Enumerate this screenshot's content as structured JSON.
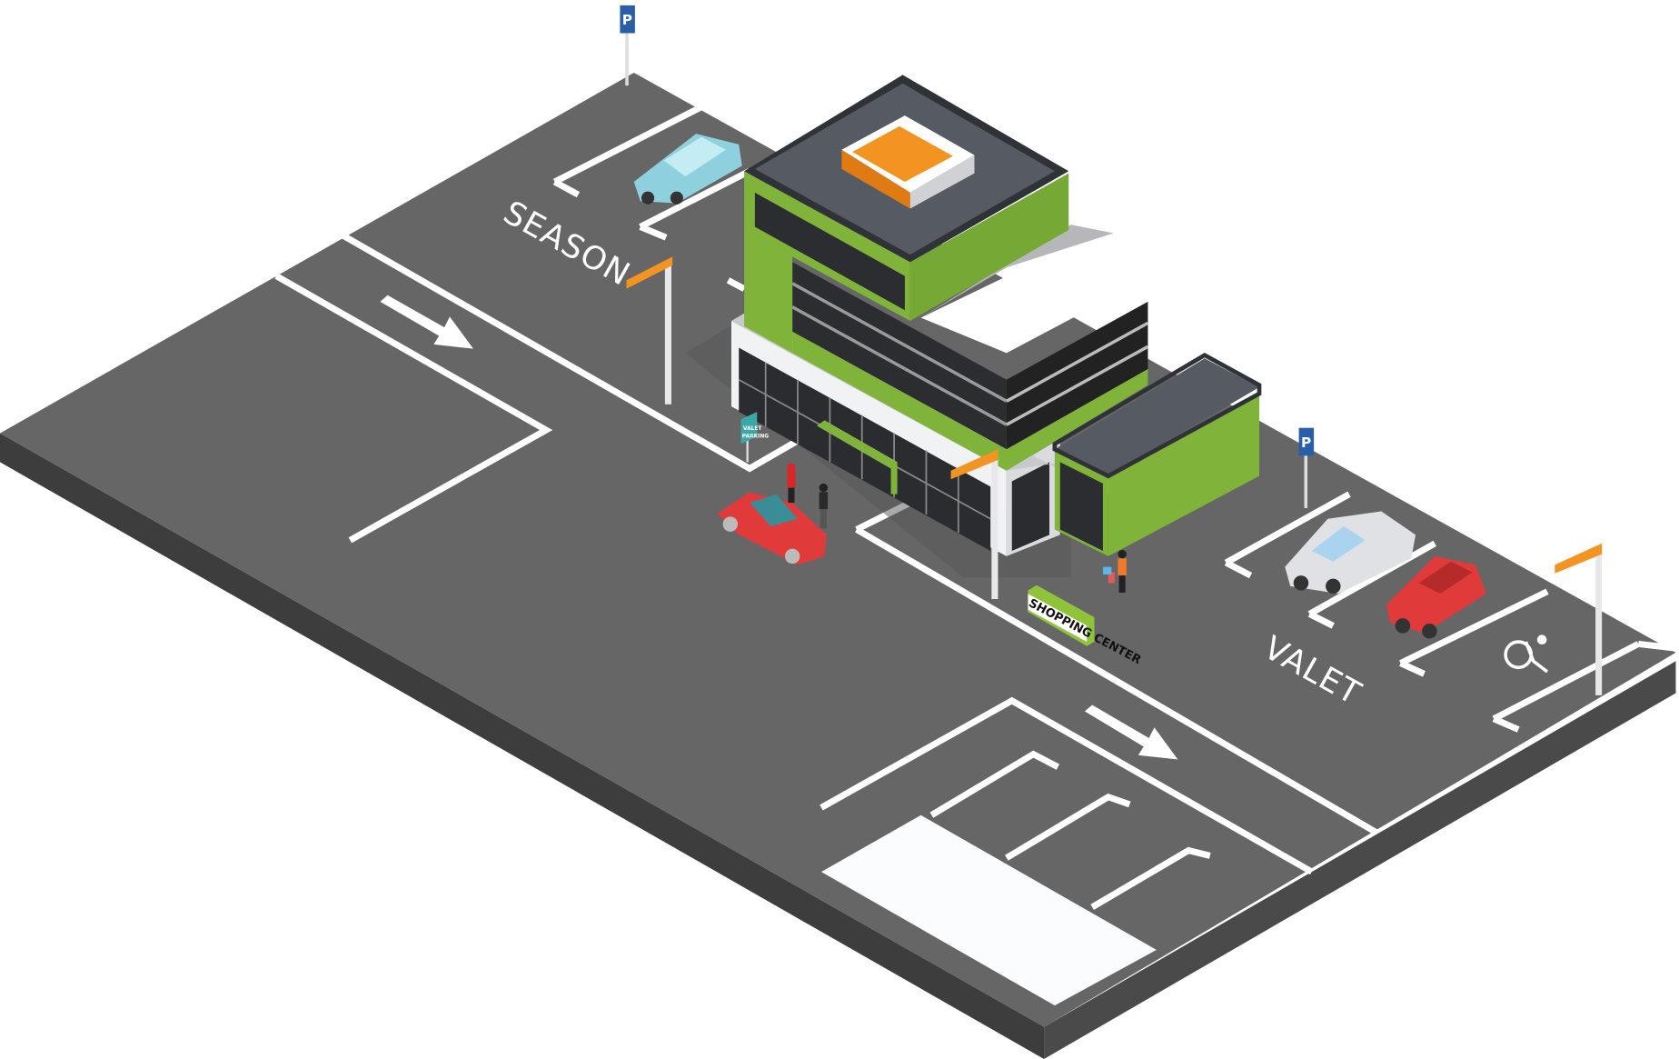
{
  "scene": {
    "labels": {
      "season": "SEASON",
      "valet": "VALET",
      "shopping_center": "SHOPPING CENTER",
      "parking_sign": "P",
      "valet_parking_sign_line1": "VALET",
      "valet_parking_sign_line2": "PARKING"
    },
    "colors": {
      "asphalt": "#666666",
      "asphalt_side": "#3f3f3f",
      "line": "#ffffff",
      "building_green": "#7fb33a",
      "roof": "#4a4e57",
      "accent_orange": "#f39322",
      "red_car": "#e03a3a",
      "blue_car": "#8fd0df",
      "silver_car": "#dfe1e4",
      "teal_sign": "#3aa8a8"
    }
  }
}
